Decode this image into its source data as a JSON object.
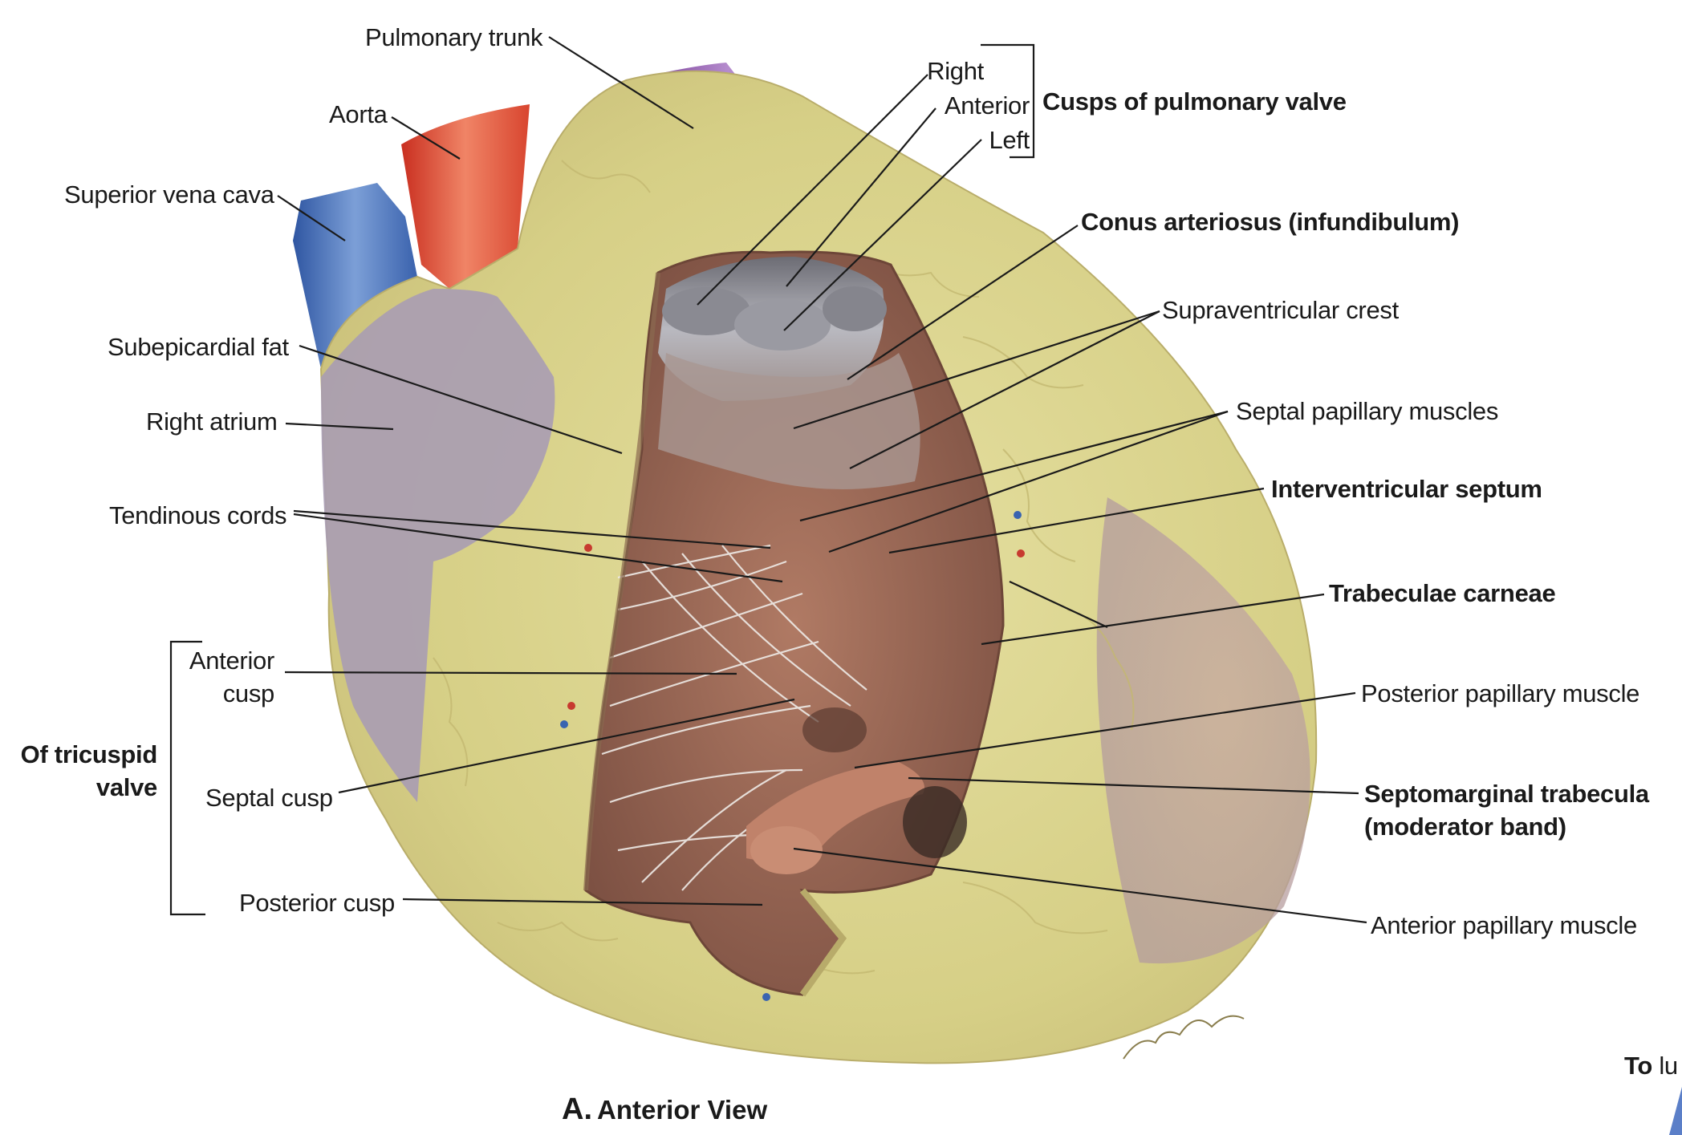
{
  "labels": {
    "pulmonary_trunk": "Pulmonary trunk",
    "aorta": "Aorta",
    "superior_vena_cava": "Superior vena cava",
    "subepicardial_fat": "Subepicardial fat",
    "right_atrium": "Right atrium",
    "tendinous_cords": "Tendinous cords",
    "anterior_cusp_1": "Anterior",
    "anterior_cusp_2": "cusp",
    "of_tricuspid_1": "Of tricuspid",
    "of_tricuspid_2": "valve",
    "septal_cusp": "Septal cusp",
    "posterior_cusp": "Posterior cusp",
    "pv_right": "Right",
    "pv_anterior": "Anterior",
    "pv_left": "Left",
    "cusps_pulmonary_valve": "Cusps of pulmonary valve",
    "conus_arteriosus": "Conus arteriosus (infundibulum)",
    "supraventricular_crest": "Supraventricular crest",
    "septal_papillary_muscles": "Septal papillary muscles",
    "interventricular_septum": "Interventricular septum",
    "trabeculae_carneae": "Trabeculae carneae",
    "posterior_papillary_muscle": "Posterior papillary muscle",
    "septomarginal_1": "Septomarginal trabecula",
    "septomarginal_2": "(moderator band)",
    "anterior_papillary_muscle": "Anterior papillary muscle",
    "to_lungs": "To lu"
  },
  "caption": {
    "letter": "A.",
    "text": "Anterior View"
  },
  "colors": {
    "fat": "#d9d28a",
    "aorta": "#d9452e",
    "pulmonary_trunk": "#7a3f9a",
    "vena_cava": "#3f66b0",
    "atrium": "#a396ad",
    "myocardium": "#a8705a",
    "valve": "#a7a7ad",
    "leader": "#1a1a1a"
  }
}
